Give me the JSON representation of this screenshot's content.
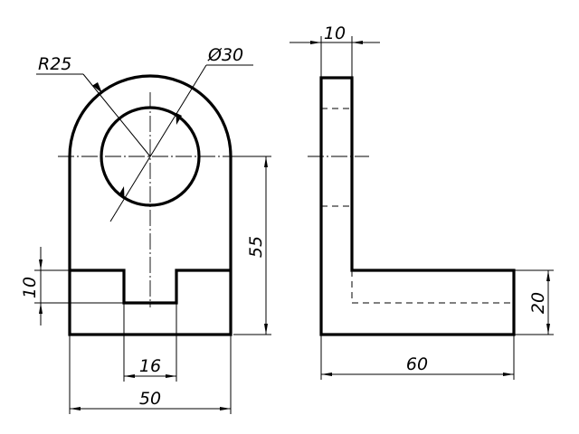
{
  "dimensions": {
    "front_radius": "R25",
    "front_hole_diameter": "Ø30",
    "front_height": "55",
    "front_slot_depth": "10",
    "front_slot_width": "16",
    "front_width": "50",
    "side_thickness": "10",
    "side_length": "60",
    "side_base_height": "20"
  },
  "colors": {
    "line": "#000000",
    "background": "#ffffff"
  }
}
